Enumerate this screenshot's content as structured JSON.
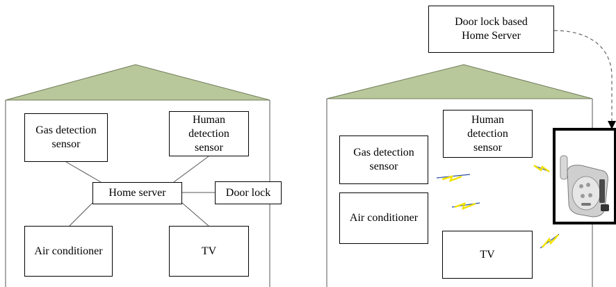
{
  "left_house": {
    "gas_sensor": "Gas detection\nsensor",
    "human_sensor": "Human\ndetection\nsensor",
    "home_server": "Home server",
    "door_lock": "Door lock",
    "air_conditioner": "Air conditioner",
    "tv": "TV"
  },
  "right_house": {
    "top_label": "Door lock based\nHome Server",
    "human_sensor": "Human\ndetection\nsensor",
    "gas_sensor": "Gas detection\nsensor",
    "air_conditioner": "Air conditioner",
    "tv": "TV"
  },
  "colors": {
    "roof_fill": "#b9c89b",
    "roof_stroke": "#6f7a58",
    "wireless_yellow": "#f2e200",
    "wireless_blue": "#2b4f9e"
  },
  "icons": {
    "door_lock_device": "door-lock-device-photo"
  }
}
